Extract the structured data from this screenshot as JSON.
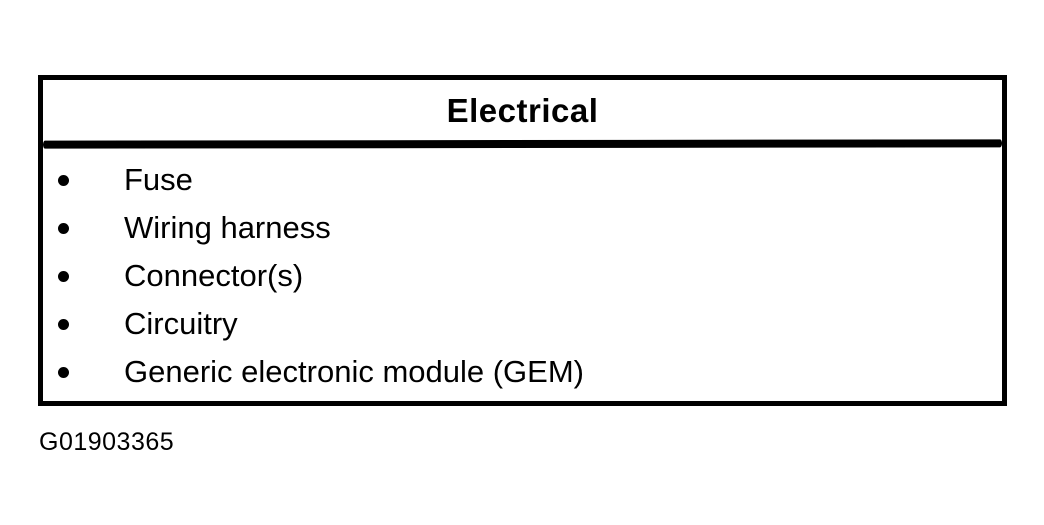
{
  "page": {
    "background": "#ffffff",
    "ink": "#000000"
  },
  "table": {
    "title": "Electrical",
    "items": [
      "Fuse",
      "Wiring harness",
      "Connector(s)",
      "Circuitry",
      "Generic electronic module (GEM)"
    ]
  },
  "figure_id": "G01903365"
}
